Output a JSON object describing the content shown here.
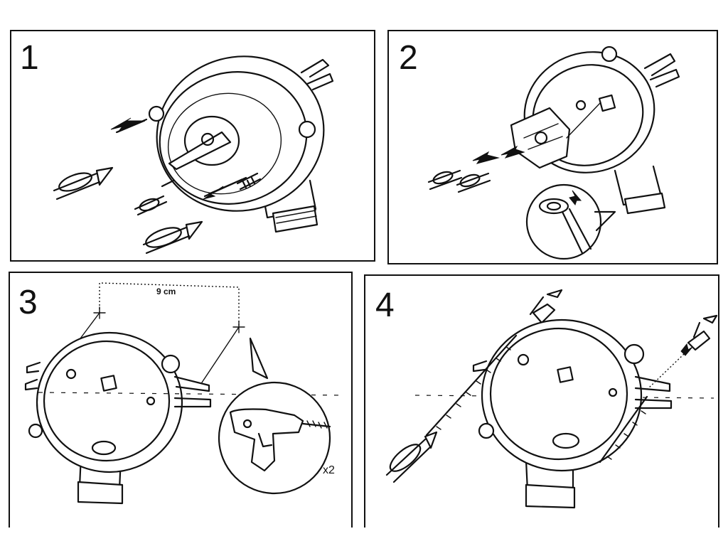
{
  "steps": [
    {
      "number": "1"
    },
    {
      "number": "2"
    },
    {
      "number": "3",
      "measurement": "9 cm",
      "quantity": "x2"
    },
    {
      "number": "4"
    }
  ],
  "icons": [
    "junction-box-icon",
    "screwdriver-icon",
    "screw-icon",
    "drill-icon",
    "wall-plug-icon",
    "arrow-icon"
  ]
}
